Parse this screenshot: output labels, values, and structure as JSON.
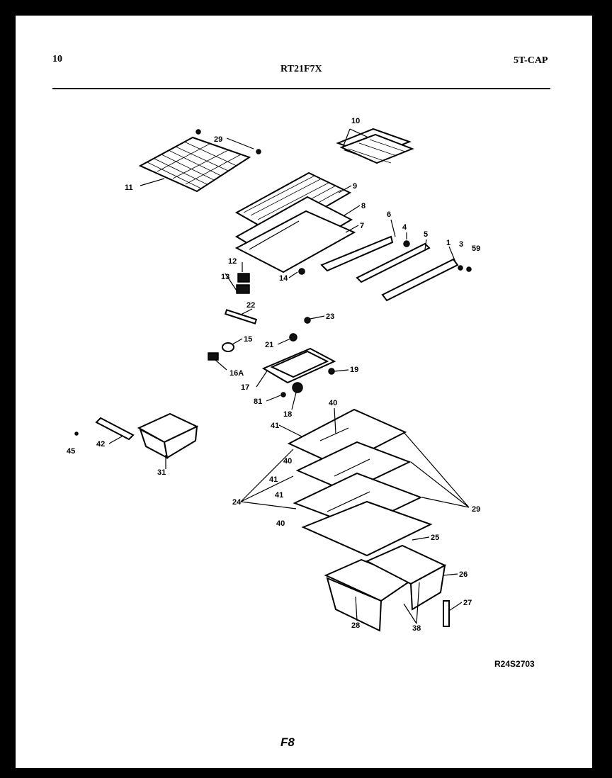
{
  "header": {
    "page_number": "10",
    "model": "RT21F7X",
    "code": "5T-CAP"
  },
  "diagram_code": "R24S2703",
  "figure_label": "F8",
  "callouts": [
    "29",
    "10",
    "11",
    "9",
    "8",
    "7",
    "6",
    "4",
    "5",
    "1",
    "3",
    "59",
    "12",
    "13",
    "14",
    "22",
    "23",
    "15",
    "21",
    "19",
    "16A",
    "17",
    "81",
    "18",
    "40",
    "41",
    "42",
    "45",
    "31",
    "40",
    "41",
    "41",
    "24",
    "40",
    "29",
    "25",
    "26",
    "27",
    "28",
    "38"
  ]
}
